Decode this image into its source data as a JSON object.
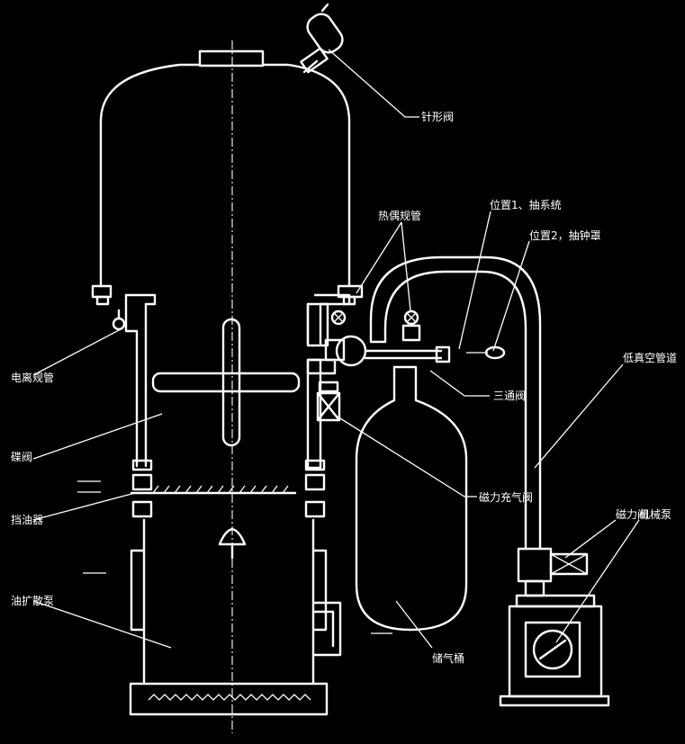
{
  "labels": {
    "needle_valve": "针形阀",
    "thermocouple_gauge": "热偶规管",
    "position1": "位置1、抽系统",
    "position2": "位置2，抽钟罩",
    "low_vacuum_pipe": "低真空管道",
    "three_way_valve": "三通阀",
    "ion_gauge": "电离规管",
    "butterfly_valve": "碟阀",
    "magnetic_fill_valve": "磁力充气阀",
    "magnetic_valve": "磁力阀",
    "oil_baffle": "挡油器",
    "mechanical_pump": "机械泵",
    "oil_diffusion_pump": "油扩散泵",
    "gas_tank": "储气桶"
  }
}
